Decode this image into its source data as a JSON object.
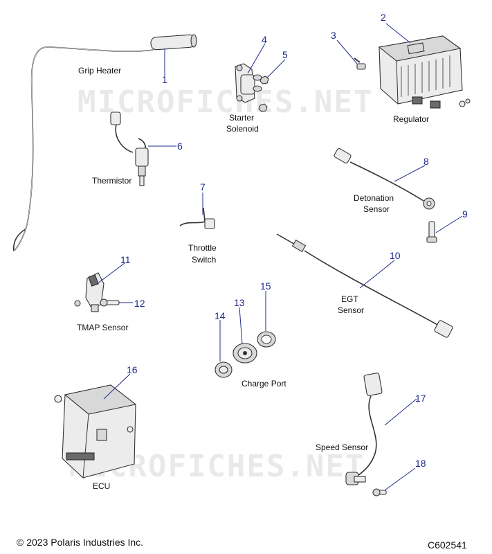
{
  "watermark": "MICROFICHES.NET",
  "callouts": [
    {
      "id": "callout-1",
      "text": "1"
    },
    {
      "id": "callout-2",
      "text": "2"
    },
    {
      "id": "callout-3",
      "text": "3"
    },
    {
      "id": "callout-4",
      "text": "4"
    },
    {
      "id": "callout-5",
      "text": "5"
    },
    {
      "id": "callout-6",
      "text": "6"
    },
    {
      "id": "callout-7",
      "text": "7"
    },
    {
      "id": "callout-8",
      "text": "8"
    },
    {
      "id": "callout-9",
      "text": "9"
    },
    {
      "id": "callout-10",
      "text": "10"
    },
    {
      "id": "callout-11",
      "text": "11"
    },
    {
      "id": "callout-12",
      "text": "12"
    },
    {
      "id": "callout-13",
      "text": "13"
    },
    {
      "id": "callout-14",
      "text": "14"
    },
    {
      "id": "callout-15",
      "text": "15"
    },
    {
      "id": "callout-16",
      "text": "16"
    },
    {
      "id": "callout-17",
      "text": "17"
    },
    {
      "id": "callout-18",
      "text": "18"
    }
  ],
  "labels": {
    "grip_heater": "Grip Heater",
    "starter_solenoid_1": "Starter",
    "starter_solenoid_2": "Solenoid",
    "regulator": "Regulator",
    "thermistor": "Thermistor",
    "detonation_sensor_1": "Detonation",
    "detonation_sensor_2": "Sensor",
    "throttle_switch_1": "Throttle",
    "throttle_switch_2": "Switch",
    "egt_sensor_1": "EGT",
    "egt_sensor_2": "Sensor",
    "tmap_sensor": "TMAP Sensor",
    "charge_port": "Charge Port",
    "ecu": "ECU",
    "speed_sensor": "Speed Sensor"
  },
  "footer": {
    "copyright": "© 2023 Polaris Industries Inc.",
    "diagram_code": "C602541"
  }
}
